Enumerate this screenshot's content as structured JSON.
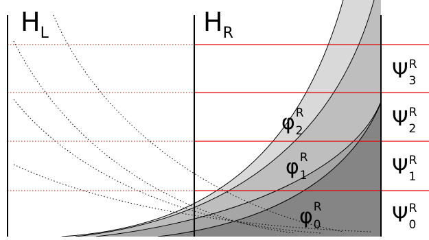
{
  "left_region": {
    "letter": "H",
    "subscript": "L"
  },
  "right_region": {
    "letter": "H",
    "subscript": "R"
  },
  "wavefunctions_phi": [
    {
      "symbol": "φ",
      "superscript": "R",
      "subscript": "2"
    },
    {
      "symbol": "φ",
      "superscript": "R",
      "subscript": "1"
    },
    {
      "symbol": "φ",
      "superscript": "R",
      "subscript": "0"
    }
  ],
  "wavefunctions_psi": [
    {
      "symbol": "Ψ",
      "superscript": "R",
      "subscript": "3"
    },
    {
      "symbol": "Ψ",
      "superscript": "R",
      "subscript": "2"
    },
    {
      "symbol": "Ψ",
      "superscript": "R",
      "subscript": "1"
    },
    {
      "symbol": "Ψ",
      "superscript": "R",
      "subscript": "0"
    }
  ],
  "colors": {
    "level_line": "#e00000",
    "band_light": "#d9d9d9",
    "band_mid": "#bebebe",
    "band_dark": "#a6a6a6",
    "band_darkest": "#858585",
    "axis": "#000000"
  }
}
